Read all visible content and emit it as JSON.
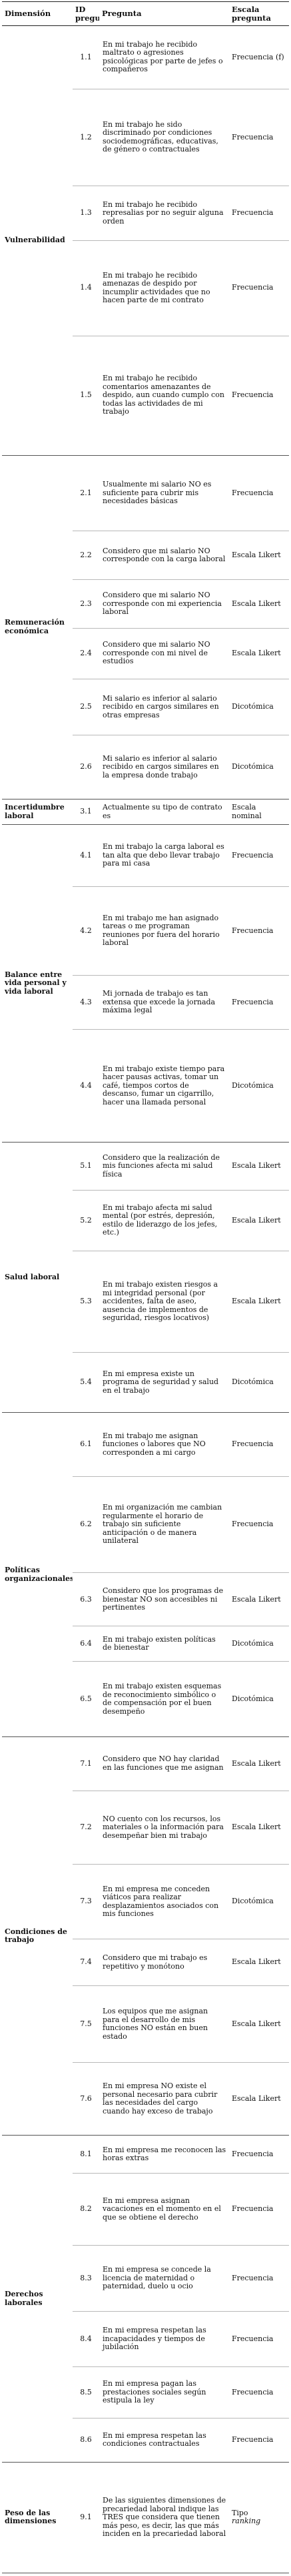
{
  "headers": {
    "dimension": "Dimensión",
    "id": "ID pregunta",
    "question": "Pregunta",
    "scale": "Escala pregunta"
  },
  "groups": [
    {
      "name": "Vulnerabilidad",
      "rows": [
        {
          "id": "1.1",
          "q": "En mi trabajo he recibido maltrato o agresiones psicológicas por parte de jefes o compañeros",
          "s": "Frecuencia (f)"
        },
        {
          "id": "1.2",
          "q": "En mi trabajo he sido discriminado por condiciones sociodemográficas, educativas, de género o contractuales",
          "s": "Frecuencia"
        },
        {
          "id": "1.3",
          "q": "En mi trabajo he recibido represalias por no seguir alguna orden",
          "s": "Frecuencia"
        },
        {
          "id": "1.4",
          "q": "En mi trabajo he recibido amenazas de despido por incumplir actividades que no hacen parte de mi contrato",
          "s": "Frecuencia"
        },
        {
          "id": "1.5",
          "q": "En mi trabajo he recibido comentarios amenazantes de despido, aun cuando cumplo con todas las actividades de mi trabajo",
          "s": "Frecuencia"
        }
      ]
    },
    {
      "name": "Remuneración económica",
      "rows": [
        {
          "id": "2.1",
          "q": "Usualmente mi salario NO es suficiente para cubrir mis necesidades básicas",
          "s": "Frecuencia"
        },
        {
          "id": "2.2",
          "q": "Considero que mi salario NO corresponde con la carga laboral",
          "s": "Escala Likert"
        },
        {
          "id": "2.3",
          "q": "Considero que mi salario NO corresponde con mi experiencia laboral",
          "s": "Escala Likert"
        },
        {
          "id": "2.4",
          "q": "Considero que mi salario NO corresponde con mi nivel de estudios",
          "s": "Escala Likert"
        },
        {
          "id": "2.5",
          "q": "Mi salario es inferior al salario recibido en cargos similares en otras empresas",
          "s": "Dicotómica"
        },
        {
          "id": "2.6",
          "q": "Mi salario es inferior al salario recibido en cargos similares en la empresa donde trabajo",
          "s": "Dicotómica"
        }
      ]
    },
    {
      "name": "Incertidumbre laboral",
      "rows": [
        {
          "id": "3.1",
          "q": "Actualmente su tipo de contrato es",
          "s": "Escala nominal"
        }
      ]
    },
    {
      "name": "Balance entre vida personal y vida laboral",
      "rows": [
        {
          "id": "4.1",
          "q": "En mi trabajo la carga laboral es tan alta que debo llevar trabajo para mi casa",
          "s": "Frecuencia"
        },
        {
          "id": "4.2",
          "q": "En mi trabajo me han asignado tareas o me programan reuniones por fuera del horario laboral",
          "s": "Frecuencia"
        },
        {
          "id": "4.3",
          "q": "Mi jornada de trabajo es tan extensa que excede la jornada máxima legal",
          "s": "Frecuencia"
        },
        {
          "id": "4.4",
          "q": "En mi trabajo existe tiempo para hacer pausas activas, tomar un café, tiempos cortos de descanso, fumar un cigarrillo, hacer una llamada personal",
          "s": "Dicotómica"
        }
      ]
    },
    {
      "name": "Salud laboral",
      "rows": [
        {
          "id": "5.1",
          "q": "Considero que la realización de mis funciones afecta mi salud física",
          "s": "Escala Likert"
        },
        {
          "id": "5.2",
          "q": "En mi trabajo afecta mi salud mental (por estrés, depresión, estilo de liderazgo de los jefes, etc.)",
          "s": "Escala Likert"
        },
        {
          "id": "5.3",
          "q": "En mi trabajo existen riesgos a mi integridad personal (por accidentes, falta de aseo, ausencia de implementos de seguridad, riesgos locativos)",
          "s": "Escala Likert"
        },
        {
          "id": "5.4",
          "q": "En mi empresa existe un programa de seguridad y salud en el trabajo",
          "s": "Dicotómica"
        }
      ]
    },
    {
      "name": "Políticas organizacionales",
      "rows": [
        {
          "id": "6.1",
          "q": "En mi trabajo me asignan funciones o labores que NO corresponden a mi cargo",
          "s": "Frecuencia"
        },
        {
          "id": "6.2",
          "q": "En mi organización me cambian regularmente el horario de trabajo sin suficiente anticipación o de manera unilateral",
          "s": "Frecuencia"
        },
        {
          "id": "6.3",
          "q": "Considero que los programas de bienestar NO son accesibles ni pertinentes",
          "s": "Escala Likert"
        },
        {
          "id": "6.4",
          "q": "En mi trabajo existen políticas de bienestar",
          "s": "Dicotómica"
        },
        {
          "id": "6.5",
          "q": "En mi trabajo existen esquemas de reconocimiento simbólico o de compensación por el buen desempeño",
          "s": "Dicotómica"
        }
      ]
    },
    {
      "name": "Condiciones de trabajo",
      "rows": [
        {
          "id": "7.1",
          "q": "Considero que NO hay claridad en las funciones que me asignan",
          "s": "Escala Likert"
        },
        {
          "id": "7.2",
          "q": "NO cuento con los recursos, los materiales o la información para desempeñar bien mi trabajo",
          "s": "Escala Likert"
        },
        {
          "id": "7.3",
          "q": "En mi empresa me conceden viáticos para realizar desplazamientos asociados con mis funciones",
          "s": "Dicotómica"
        },
        {
          "id": "7.4",
          "q": "Considero que mi trabajo es repetitivo y monótono",
          "s": "Escala Likert"
        },
        {
          "id": "7.5",
          "q": "Los equipos que me asignan para el desarrollo de mis funciones NO están en buen estado",
          "s": "Escala Likert"
        },
        {
          "id": "7.6",
          "q": "En mi empresa NO existe el personal necesario para cubrir las necesidades del cargo cuando hay exceso de trabajo",
          "s": "Escala Likert"
        }
      ]
    },
    {
      "name": "Derechos laborales",
      "rows": [
        {
          "id": "8.1",
          "q": "En mi empresa me reconocen las horas extras",
          "s": "Frecuencia"
        },
        {
          "id": "8.2",
          "q": "En mi empresa asignan vacaciones en el momento en el que se obtiene el derecho",
          "s": "Frecuencia"
        },
        {
          "id": "8.3",
          "q": "En mi empresa se concede la licencia de maternidad o paternidad, duelo u ocio",
          "s": "Frecuencia"
        },
        {
          "id": "8.4",
          "q": "En mi empresa respetan las incapacidades y tiempos de jubilación",
          "s": "Frecuencia"
        },
        {
          "id": "8.5",
          "q": "En mi empresa pagan las prestaciones sociales según estipula la ley",
          "s": "Frecuencia"
        },
        {
          "id": "8.6",
          "q": "En mi empresa respetan las condiciones contractuales",
          "s": "Frecuencia"
        }
      ]
    },
    {
      "name": "Peso de las dimensiones",
      "rows": [
        {
          "id": "9.1",
          "q": "De las siguientes dimensiones de precariedad laboral indique las TRES que considera que tienen más peso, es decir, las que más inciden en la precariedad laboral",
          "s": "Tipo",
          "s_italic": "ranking"
        }
      ]
    }
  ]
}
